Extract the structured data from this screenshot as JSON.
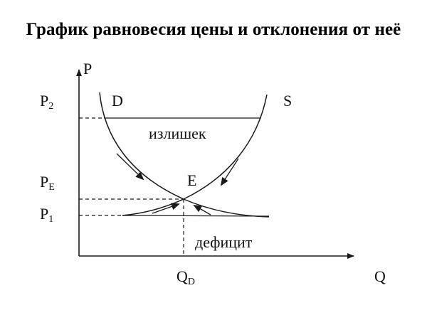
{
  "title": "График равновесия цены и отклонения от неё",
  "axes": {
    "y_label": "P",
    "x_label": "Q"
  },
  "price_labels": {
    "p2": {
      "main": "P",
      "sub": "2"
    },
    "pe": {
      "main": "P",
      "sub": "E"
    },
    "p1": {
      "main": "P",
      "sub": "1"
    }
  },
  "quantity_labels": {
    "qd": {
      "main": "Q",
      "sub": "D"
    }
  },
  "curves": {
    "demand_label": "D",
    "supply_label": "S",
    "equilibrium_label": "E"
  },
  "regions": {
    "surplus": "излишек",
    "shortage": "дефицит"
  },
  "colors": {
    "line": "#1a1a1a",
    "background": "#ffffff"
  }
}
